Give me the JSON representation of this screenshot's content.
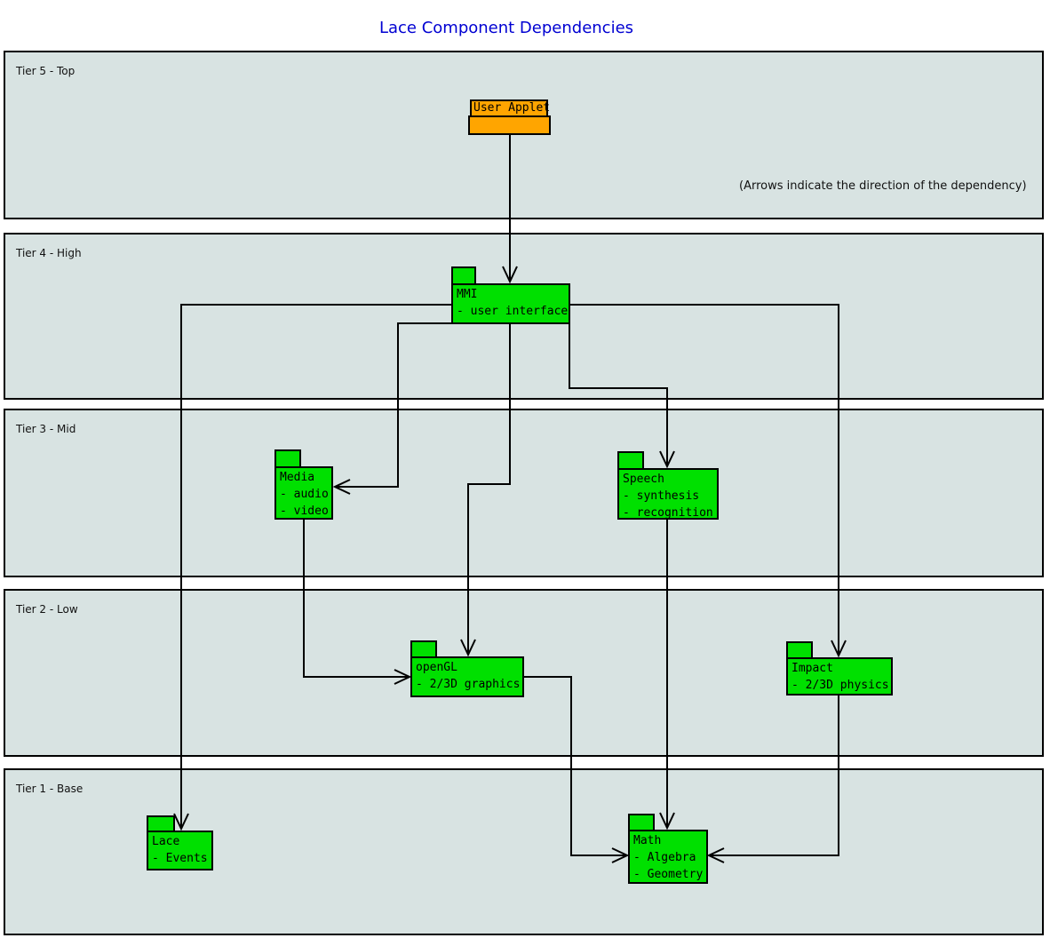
{
  "title": "Lace Component Dependencies",
  "annotation": "(Arrows indicate the direction of the dependency)",
  "tiers": [
    {
      "label": "Tier 5 - Top"
    },
    {
      "label": "Tier 4 - High"
    },
    {
      "label": "Tier 3 - Mid"
    },
    {
      "label": "Tier 2 - Low"
    },
    {
      "label": "Tier 1 - Base"
    }
  ],
  "components": [
    {
      "id": "user-applet",
      "title": "User Applet",
      "lines": [],
      "tier": "Tier 5 - Top"
    },
    {
      "id": "mmi",
      "title": "MMI",
      "lines": [
        "- user interface"
      ],
      "tier": "Tier 4 - High"
    },
    {
      "id": "media",
      "title": "Media",
      "lines": [
        "- audio",
        "- video"
      ],
      "tier": "Tier 3 - Mid"
    },
    {
      "id": "speech",
      "title": "Speech",
      "lines": [
        "- synthesis",
        "- recognition"
      ],
      "tier": "Tier 3 - Mid"
    },
    {
      "id": "opengl",
      "title": "openGL",
      "lines": [
        "- 2/3D graphics"
      ],
      "tier": "Tier 2 - Low"
    },
    {
      "id": "impact",
      "title": "Impact",
      "lines": [
        "- 2/3D physics"
      ],
      "tier": "Tier 2 - Low"
    },
    {
      "id": "lace",
      "title": "Lace",
      "lines": [
        "- Events"
      ],
      "tier": "Tier 1 - Base"
    },
    {
      "id": "math",
      "title": "Math",
      "lines": [
        "- Algebra",
        "- Geometry"
      ],
      "tier": "Tier 1 - Base"
    }
  ],
  "edges": [
    {
      "from_id": "user-applet",
      "to_id": "mmi"
    },
    {
      "from_id": "mmi",
      "to_id": "lace"
    },
    {
      "from_id": "mmi",
      "to_id": "impact"
    },
    {
      "from_id": "mmi",
      "to_id": "media"
    },
    {
      "from_id": "mmi",
      "to_id": "opengl"
    },
    {
      "from_id": "mmi",
      "to_id": "speech"
    },
    {
      "from_id": "media",
      "to_id": "opengl"
    },
    {
      "from_id": "speech",
      "to_id": "math"
    },
    {
      "from_id": "opengl",
      "to_id": "math"
    },
    {
      "from_id": "impact",
      "to_id": "math"
    }
  ],
  "colors": {
    "title_blue": "#0000d2",
    "tier_band": "#d8e3e2",
    "component_green": "#00e000",
    "applet_orange": "#ffa500",
    "edge_black": "#000000"
  }
}
